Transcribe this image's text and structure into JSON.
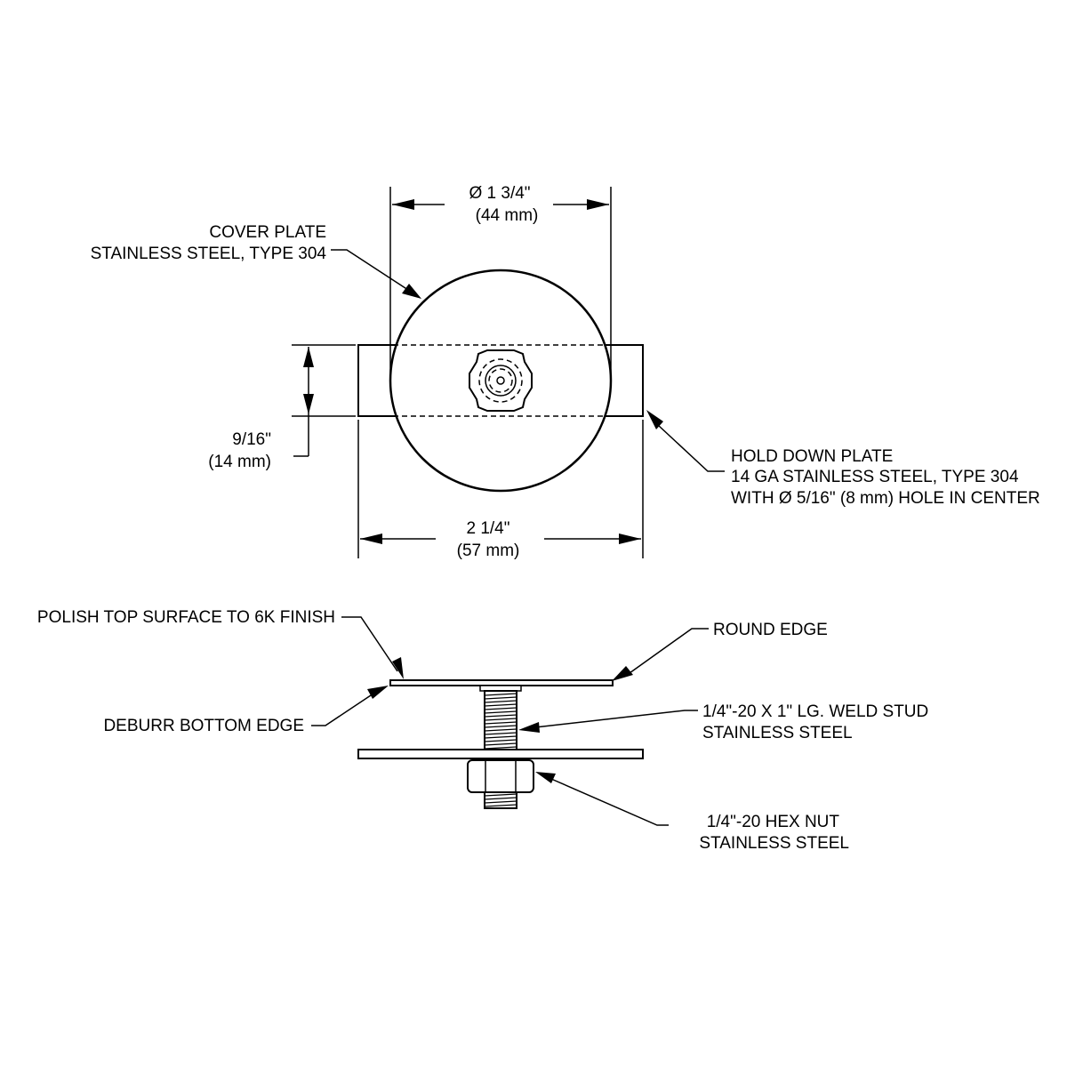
{
  "top_view": {
    "diameter_dim": {
      "line1": "Ø 1 3/4\"",
      "line2": "(44 mm)"
    },
    "height_dim": {
      "line1": "9/16\"",
      "line2": "(14 mm)"
    },
    "width_dim": {
      "line1": "2 1/4\"",
      "line2": "(57 mm)"
    },
    "cover_plate_callout": {
      "line1": "COVER PLATE",
      "line2": "STAINLESS STEEL, TYPE 304"
    },
    "hold_down_plate_callout": {
      "line1": "HOLD DOWN PLATE",
      "line2": "14 GA STAINLESS STEEL, TYPE 304",
      "line3": "WITH Ø 5/16\" (8 mm) HOLE IN CENTER"
    }
  },
  "side_view": {
    "polish_callout": "POLISH TOP SURFACE TO 6K FINISH",
    "deburr_callout": "DEBURR BOTTOM EDGE",
    "round_edge_callout": "ROUND EDGE",
    "weld_stud_callout": {
      "line1": "1/4\"-20 X 1\" LG. WELD STUD",
      "line2": "STAINLESS STEEL"
    },
    "hex_nut_callout": {
      "line1": "1/4\"-20 HEX NUT",
      "line2": "STAINLESS STEEL"
    }
  }
}
